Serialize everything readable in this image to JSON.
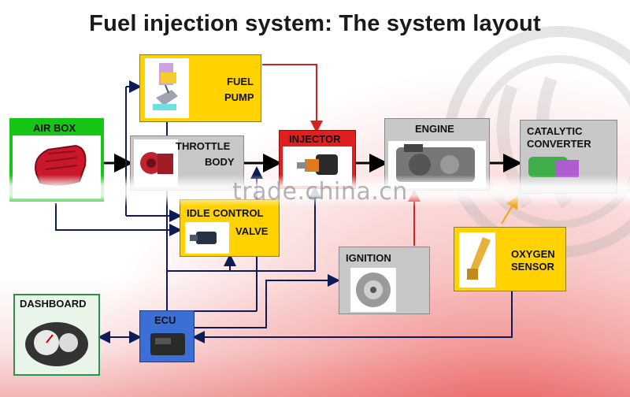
{
  "title": "Fuel injection system: The system layout",
  "watermark": "trade.china.cn",
  "components": {
    "air_box": "AIR BOX",
    "fuel_pump_line1": "FUEL",
    "fuel_pump_line2": "PUMP",
    "throttle_line1": "THROTTLE",
    "throttle_line2": "BODY",
    "injector": "INJECTOR",
    "engine": "ENGINE",
    "catalytic_line1": "CATALYTIC",
    "catalytic_line2": "CONVERTER",
    "idle_line1": "IDLE CONTROL",
    "idle_line2": "VALVE",
    "ignition": "IGNITION",
    "oxygen_line1": "OXYGEN",
    "oxygen_line2": "SENSOR",
    "dashboard": "DASHBOARD",
    "ecu": "ECU"
  },
  "colors": {
    "air_box": "#16c516",
    "yellow": "#ffd200",
    "grey": "#c8c8c8",
    "injector": "#e21f1f",
    "ecu": "#3b6fd6",
    "dashboard_border": "#2f8f4f",
    "line_dark": "#0d1b57",
    "line_red": "#d72020",
    "line_orange": "#f3a11b"
  }
}
